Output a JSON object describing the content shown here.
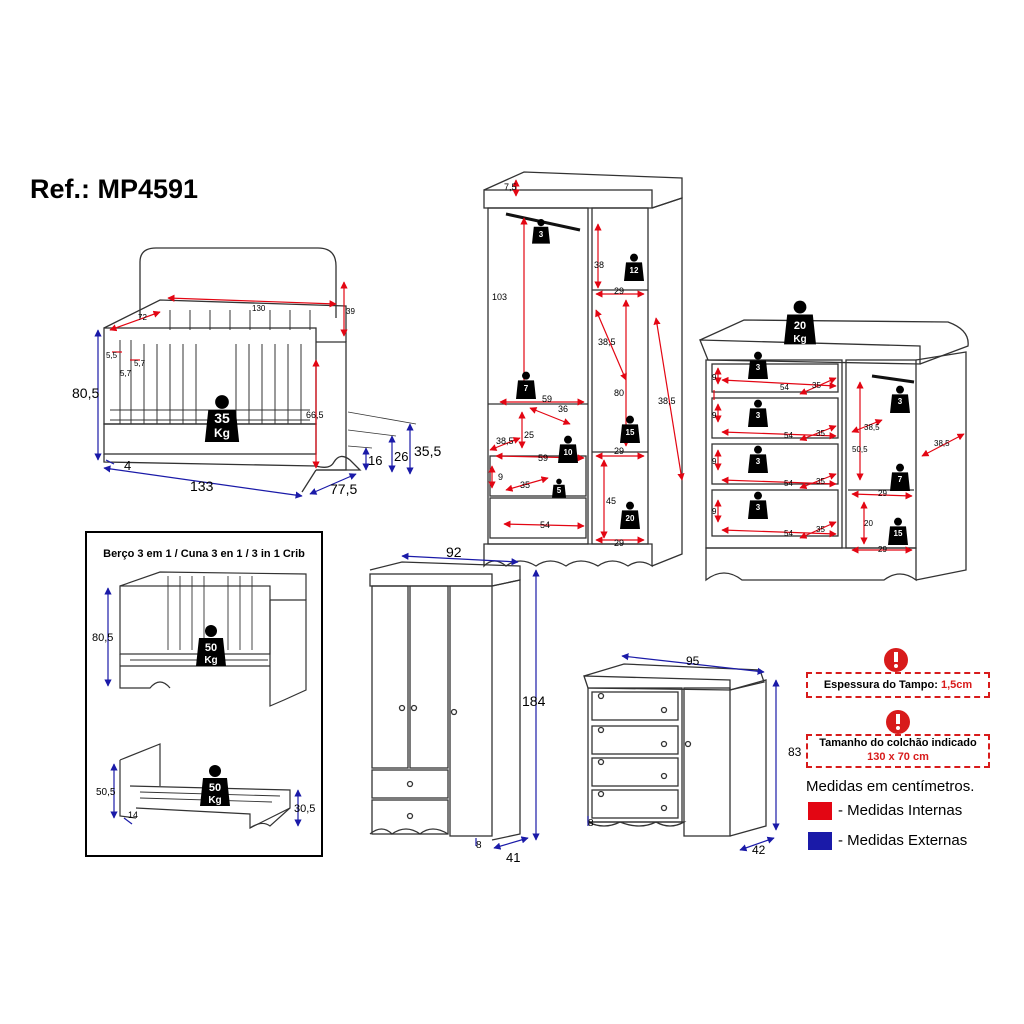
{
  "title": "Ref.: MP4591",
  "colors": {
    "internal": "#e30613",
    "external": "#1a1aa8",
    "line": "#333333"
  },
  "crib": {
    "ext_height": "80,5",
    "ext_width": "133",
    "ext_depth": "77,5",
    "bottom_gap": "4",
    "int_width": "130",
    "int_depth": "72",
    "headboard": "39",
    "rail_a": "5,5",
    "rail_b": "5,7",
    "rail_c": "5,7",
    "int_height": "66,5",
    "side_heights": [
      "16",
      "26",
      "35,5"
    ],
    "load_value": "35",
    "load_unit": "Kg"
  },
  "crib_modes": {
    "caption": "Berço 3 em 1 / Cuna 3 en 1 / 3 in 1 Crib",
    "toddler_height": "80,5",
    "toddler_load": "50",
    "bed_height": "50,5",
    "bed_side": "30,5",
    "bed_gap": "14",
    "bed_load": "50",
    "load_unit": "Kg"
  },
  "wardrobe_open": {
    "top": "7,5",
    "hang_h": "103",
    "hang_w": "59",
    "shelf_d": "36",
    "upper_shelf_h": "38",
    "upper_shelf_w": "29",
    "mid_h": "38,5",
    "mid_h2": "80",
    "drawer_gap": "25",
    "drawer_w": "59",
    "drawer_d": "35",
    "drawer_h": "9",
    "bottom_w": "54",
    "low_h": "45",
    "low_w": "29",
    "depth": "38,5",
    "left_depth": "38,5",
    "loads": [
      "3",
      "12",
      "7",
      "15",
      "10",
      "5",
      "20"
    ],
    "load_unit": "Kg"
  },
  "dresser_open": {
    "top_load": "20",
    "drawer_w": "54",
    "drawer_d": "35",
    "drawer_h": "9",
    "right_h": "50,5",
    "right_d": "38,5",
    "shelf_w": "29",
    "shelf_h": "20",
    "side_depth": "38,5",
    "loads": [
      "3",
      "3",
      "3",
      "3",
      "3",
      "7",
      "15"
    ],
    "load_unit": "Kg"
  },
  "wardrobe": {
    "width": "92",
    "height": "184",
    "depth": "41",
    "foot": "8"
  },
  "dresser": {
    "width": "95",
    "height": "83",
    "depth": "42",
    "foot": "8"
  },
  "notes": {
    "top_thickness_label": "Espessura do Tampo:",
    "top_thickness_value": "1,5cm",
    "mattress_label": "Tamanho do colchão indicado",
    "mattress_value": "130 x 70 cm",
    "units": "Medidas em centímetros.",
    "internal": "- Medidas Internas",
    "external": "- Medidas Externas"
  }
}
